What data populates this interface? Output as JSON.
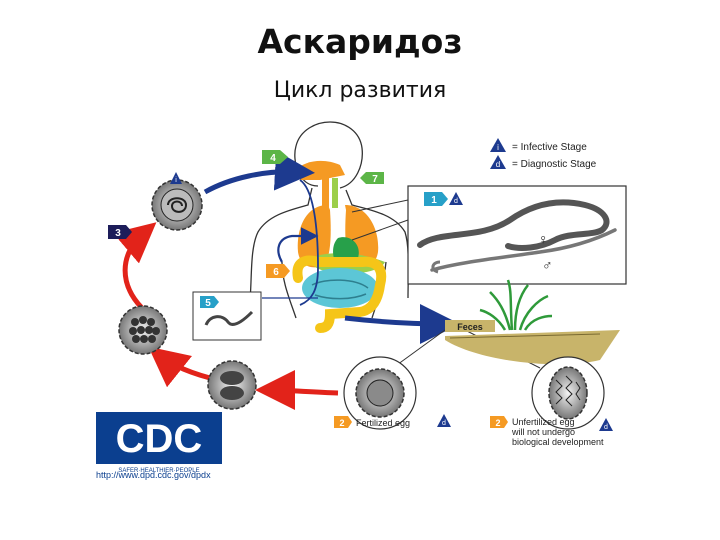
{
  "title": "Аскаридоз",
  "subtitle": "Цикл развития",
  "legend": {
    "infective_symbol": "i",
    "infective_label": "= Infective Stage",
    "diagnostic_symbol": "d",
    "diagnostic_label": "= Diagnostic Stage"
  },
  "steps": {
    "s1": "1",
    "s2a": "2",
    "s2b": "2",
    "s3": "3",
    "s4": "4",
    "s5": "5",
    "s6": "6",
    "s7": "7"
  },
  "labels": {
    "feces": "Feces",
    "fertilized_egg": "Fertilized egg",
    "unfertilized_line1": "Unfertilized egg",
    "unfertilized_line2": "will not undergo",
    "unfertilized_line3": "biological development",
    "female_symbol": "♀",
    "male_symbol": "♂"
  },
  "logo": {
    "text": "CDC",
    "tagline": "SAFER·HEALTHIER·PEOPLE",
    "url": "http://www.dpd.cdc.gov/dpdx"
  },
  "colors": {
    "infective_blue": "#1d3a8f",
    "stage_green": "#5cb547",
    "stage_orange": "#f59a23",
    "red_arrow": "#e2231a",
    "blue_arrow": "#1d3a8f",
    "cdc_blue": "#0b3f8f"
  }
}
